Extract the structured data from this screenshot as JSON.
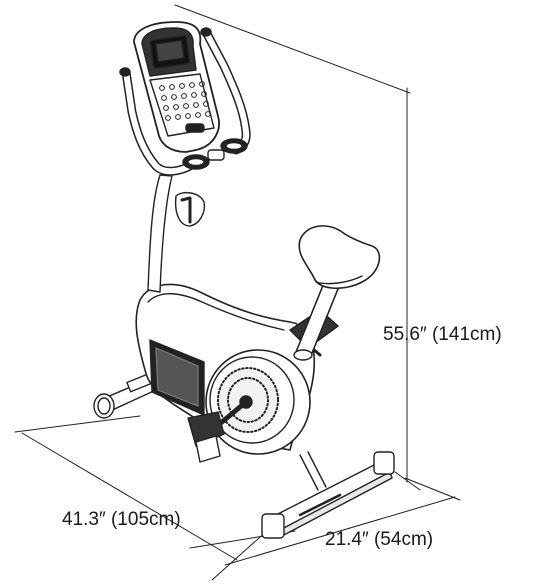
{
  "diagram": {
    "dimensions": {
      "height": "55.6″ (141cm)",
      "length": "41.3″ (105cm)",
      "width": "21.4″ (54cm)"
    }
  }
}
